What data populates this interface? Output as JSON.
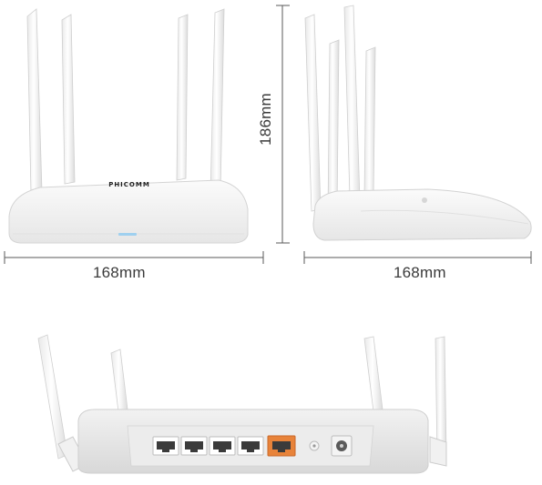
{
  "product": {
    "brand": "PHICOMM"
  },
  "dimensions": {
    "height_label": "186mm",
    "front_width_label": "168mm",
    "side_width_label": "168mm"
  },
  "colors": {
    "body": "#f6f6f6",
    "body_shadow": "#dedede",
    "wan_port": "#e8833a",
    "dimension_line": "#5a5a5a"
  }
}
